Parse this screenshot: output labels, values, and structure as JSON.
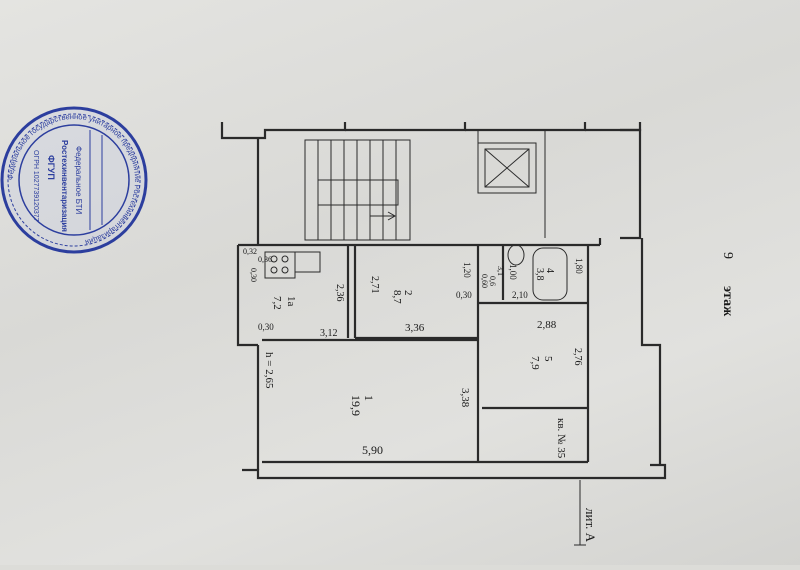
{
  "floor": {
    "number": "9",
    "label": "этаж"
  },
  "litera": "лит. А",
  "apartment": "кв. № 35",
  "height": "h = 2,65",
  "rooms": [
    {
      "id": "1",
      "area": "19,9"
    },
    {
      "id": "1а",
      "area": "7,2"
    },
    {
      "id": "2",
      "area": "8,7"
    },
    {
      "id": "3",
      "area": "1,00"
    },
    {
      "id": "4",
      "area": "3,8"
    },
    {
      "id": "5",
      "area": "7,9"
    }
  ],
  "dimensions": {
    "d_590": "5,90",
    "d_338": "3,38",
    "d_336": "3,36",
    "d_312": "3,12",
    "d_271": "2,71",
    "d_236": "2,36",
    "d_288": "2,88",
    "d_276": "2,76",
    "d_210": "2,10",
    "d_180": "1,80",
    "d_120": "1,20",
    "d_030a": "0,30",
    "d_030b": "0,30",
    "d_032": "0,32",
    "d_030c": "0,30",
    "d_036": "0,36",
    "d_060": "0,60",
    "d_06": "0,6",
    "d_31": "3,1"
  },
  "stamp": {
    "color": "#2c3e9e",
    "ring_text": "Федеральное государственное унитарное предприятие Ростехинвентаризация",
    "line1": "ОГРН 1027739120377",
    "line2": "ФГУП",
    "line3": "Ростехинвентаризация",
    "line4": "Федеральное БТИ"
  }
}
